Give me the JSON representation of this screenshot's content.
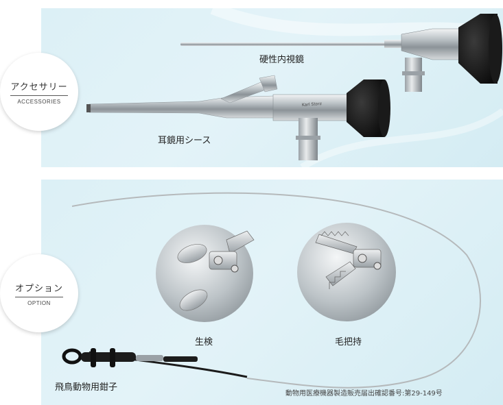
{
  "accessories": {
    "badge_title": "アクセサリー",
    "badge_subtitle": "ACCESSORIES",
    "rigid_endoscope_label": "硬性内視鏡",
    "ear_sheath_label": "耳鏡用シース",
    "sheath_engraving": "Karl Storz"
  },
  "option": {
    "badge_title": "オプション",
    "badge_subtitle": "OPTION",
    "biopsy_label": "生検",
    "grasping_label": "毛把持",
    "forceps_label": "飛鳥動物用鉗子"
  },
  "footer": {
    "registration_note": "動物用医療機器製造販売届出確認番号:第29-149号"
  }
}
